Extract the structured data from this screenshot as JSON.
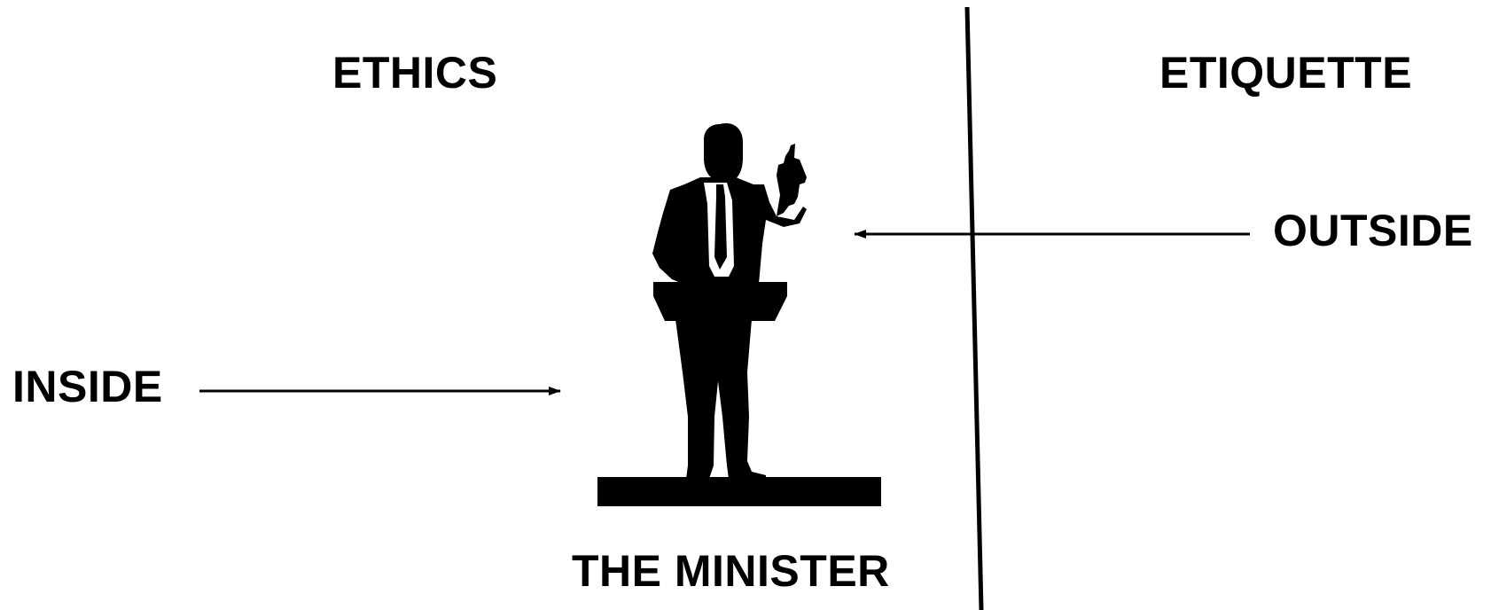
{
  "headings": {
    "left": "ETHICS",
    "right": "ETIQUETTE"
  },
  "labels": {
    "outside": "OUTSIDE",
    "inside": "INSIDE"
  },
  "caption": "THE MINISTER",
  "icons": {
    "figure": "minister-at-pulpit-icon"
  },
  "colors": {
    "ink": "#000000",
    "background": "#ffffff"
  }
}
